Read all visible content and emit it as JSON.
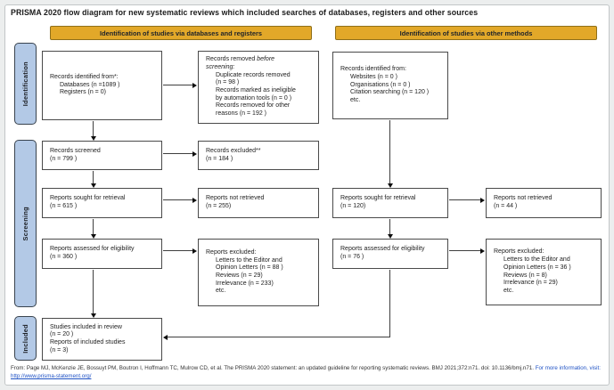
{
  "title": "PRISMA 2020 flow diagram for new systematic reviews which included searches of databases, registers and other sources",
  "colors": {
    "header_bg": "#E2A829",
    "header_border": "#8F6F1A",
    "sidebar_bg": "#B3C9E6",
    "sidebar_border": "#39434E",
    "box_border": "#4A4A4A",
    "link_blue": "#2053C5"
  },
  "headers": {
    "left": "Identification of studies via databases and registers",
    "right": "Identification of studies via other methods"
  },
  "sidebar": {
    "identification": "Identification",
    "screening": "Screening",
    "included": "Included"
  },
  "boxes": {
    "records_identified_db": {
      "l1": "Records identified from*:",
      "l2": "Databases (n =1089 )",
      "l3": "Registers (n = 0)"
    },
    "records_removed": {
      "l1a": "Records removed ",
      "l1b": "before",
      "l2": "screening:",
      "l3": "Duplicate records removed",
      "l4": "(n = 98 )",
      "l5": "Records marked as ineligible",
      "l6": "by automation tools (n = 0 )",
      "l7": "Records removed for other",
      "l8": "reasons (n = 192 )"
    },
    "records_screened": {
      "l1": "Records screened",
      "l2": "(n = 799 )"
    },
    "records_excluded": {
      "l1": "Records excluded**",
      "l2": "(n = 184 )"
    },
    "reports_sought_db": {
      "l1": "Reports sought for retrieval",
      "l2": "(n = 615 )"
    },
    "reports_not_retrieved_db": {
      "l1": "Reports not retrieved",
      "l2": "(n =  255)"
    },
    "reports_assessed_db": {
      "l1": "Reports assessed for eligibility",
      "l2": "(n = 360 )"
    },
    "reports_excluded_db": {
      "l1": "Reports excluded:",
      "l2": "Letters to the Editor and",
      "l3": "Opinion Letters (n = 88 )",
      "l4": "Reviews (n = 29)",
      "l5": "Irrelevance (n = 233)",
      "l6": "etc."
    },
    "studies_included": {
      "l1": "Studies included in review",
      "l2": "(n = 20 )",
      "l3": "Reports of included studies",
      "l4": "(n = 3)"
    },
    "records_identified_other": {
      "l1": "Records identified from:",
      "l2": "Websites (n = 0 )",
      "l3": "Organisations (n = 0 )",
      "l4": "Citation searching (n = 120 )",
      "l5": "etc."
    },
    "reports_sought_other": {
      "l1": "Reports sought for retrieval",
      "l2": "(n =  120)"
    },
    "reports_not_retrieved_other": {
      "l1": "Reports not retrieved",
      "l2": "(n = 44 )"
    },
    "reports_assessed_other": {
      "l1": "Reports assessed for eligibility",
      "l2": "(n = 76 )"
    },
    "reports_excluded_other": {
      "l1": "Reports excluded:",
      "l2": "Letters to the Editor and",
      "l3": "Opinion Letters (n = 36 )",
      "l4": "Reviews (n = 8)",
      "l5": "Irrelevance (n = 29)",
      "l6": "etc."
    }
  },
  "footer": {
    "citation": "From:  Page MJ, McKenzie JE, Bossuyt PM, Boutron I, Hoffmann TC, Mulrow CD, et al. The PRISMA 2020 statement: an updated guideline for reporting systematic reviews. BMJ 2021;372:n71. doi: 10.1136/bmj.n71.",
    "more_info": "For more information, visit:",
    "link": "http://www.prisma-statement.org/"
  }
}
